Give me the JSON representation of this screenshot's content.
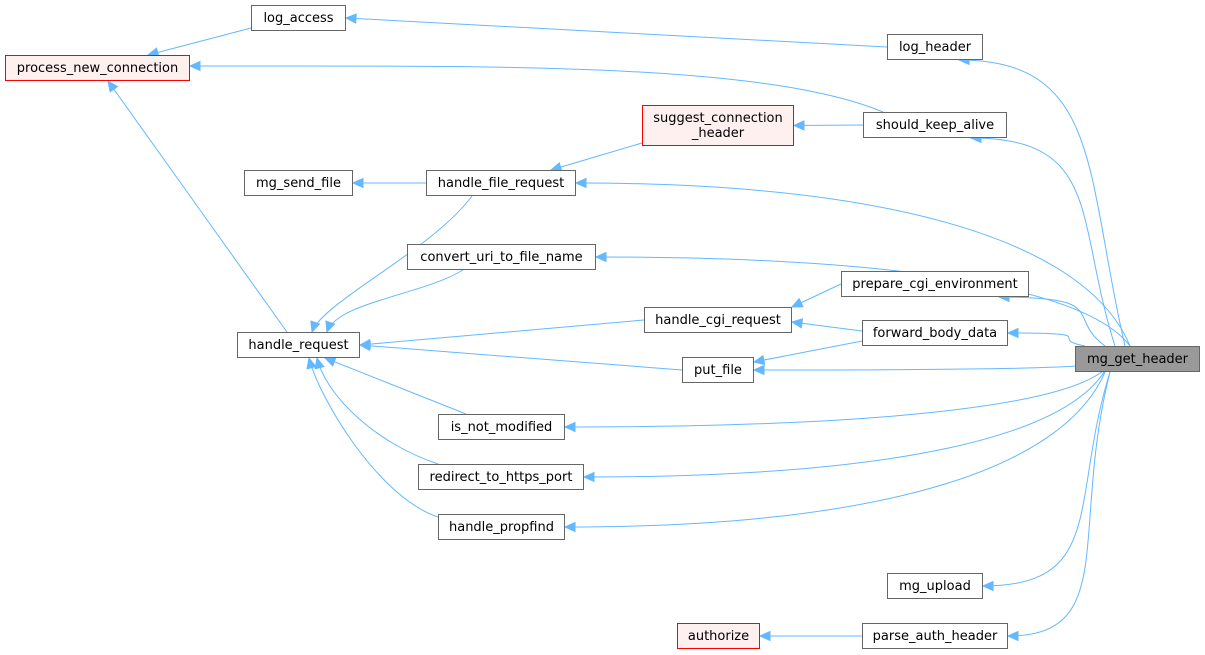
{
  "colors": {
    "edge": "#63b8ff",
    "node_border": "#666666",
    "focus_fill": "#999999",
    "missing_border": "#ff0000",
    "missing_fill": "#fff0f0"
  },
  "nodes": {
    "log_access": {
      "label": "log_access",
      "style": "normal"
    },
    "process_new_connection": {
      "label": "process_new_connection",
      "style": "missing"
    },
    "log_header": {
      "label": "log_header",
      "style": "normal"
    },
    "suggest_connection_header": {
      "label": "suggest_connection\n_header",
      "style": "missing"
    },
    "should_keep_alive": {
      "label": "should_keep_alive",
      "style": "normal"
    },
    "mg_send_file": {
      "label": "mg_send_file",
      "style": "normal"
    },
    "handle_file_request": {
      "label": "handle_file_request",
      "style": "normal"
    },
    "convert_uri_to_file_name": {
      "label": "convert_uri_to_file_name",
      "style": "normal"
    },
    "prepare_cgi_environment": {
      "label": "prepare_cgi_environment",
      "style": "normal"
    },
    "handle_cgi_request": {
      "label": "handle_cgi_request",
      "style": "normal"
    },
    "forward_body_data": {
      "label": "forward_body_data",
      "style": "normal"
    },
    "handle_request": {
      "label": "handle_request",
      "style": "normal"
    },
    "mg_get_header": {
      "label": "mg_get_header",
      "style": "focus"
    },
    "put_file": {
      "label": "put_file",
      "style": "normal"
    },
    "is_not_modified": {
      "label": "is_not_modified",
      "style": "normal"
    },
    "redirect_to_https_port": {
      "label": "redirect_to_https_port",
      "style": "normal"
    },
    "handle_propfind": {
      "label": "handle_propfind",
      "style": "normal"
    },
    "mg_upload": {
      "label": "mg_upload",
      "style": "normal"
    },
    "authorize": {
      "label": "authorize",
      "style": "missing"
    },
    "parse_auth_header": {
      "label": "parse_auth_header",
      "style": "normal"
    }
  },
  "edges": [
    {
      "from": "log_access",
      "to": "process_new_connection"
    },
    {
      "from": "log_header",
      "to": "log_access"
    },
    {
      "from": "should_keep_alive",
      "to": "process_new_connection"
    },
    {
      "from": "should_keep_alive",
      "to": "suggest_connection_header"
    },
    {
      "from": "suggest_connection_header",
      "to": "handle_file_request"
    },
    {
      "from": "handle_file_request",
      "to": "mg_send_file"
    },
    {
      "from": "handle_file_request",
      "to": "handle_request"
    },
    {
      "from": "handle_request",
      "to": "process_new_connection"
    },
    {
      "from": "convert_uri_to_file_name",
      "to": "handle_request"
    },
    {
      "from": "prepare_cgi_environment",
      "to": "handle_cgi_request"
    },
    {
      "from": "handle_cgi_request",
      "to": "handle_request"
    },
    {
      "from": "forward_body_data",
      "to": "handle_cgi_request"
    },
    {
      "from": "forward_body_data",
      "to": "put_file"
    },
    {
      "from": "put_file",
      "to": "handle_request"
    },
    {
      "from": "is_not_modified",
      "to": "handle_request"
    },
    {
      "from": "redirect_to_https_port",
      "to": "handle_request"
    },
    {
      "from": "handle_propfind",
      "to": "handle_request"
    },
    {
      "from": "mg_get_header",
      "to": "log_header"
    },
    {
      "from": "mg_get_header",
      "to": "should_keep_alive"
    },
    {
      "from": "mg_get_header",
      "to": "handle_file_request"
    },
    {
      "from": "mg_get_header",
      "to": "convert_uri_to_file_name"
    },
    {
      "from": "mg_get_header",
      "to": "prepare_cgi_environment"
    },
    {
      "from": "mg_get_header",
      "to": "forward_body_data"
    },
    {
      "from": "mg_get_header",
      "to": "put_file"
    },
    {
      "from": "mg_get_header",
      "to": "is_not_modified"
    },
    {
      "from": "mg_get_header",
      "to": "redirect_to_https_port"
    },
    {
      "from": "mg_get_header",
      "to": "handle_propfind"
    },
    {
      "from": "mg_get_header",
      "to": "mg_upload"
    },
    {
      "from": "mg_get_header",
      "to": "parse_auth_header"
    },
    {
      "from": "parse_auth_header",
      "to": "authorize"
    }
  ]
}
